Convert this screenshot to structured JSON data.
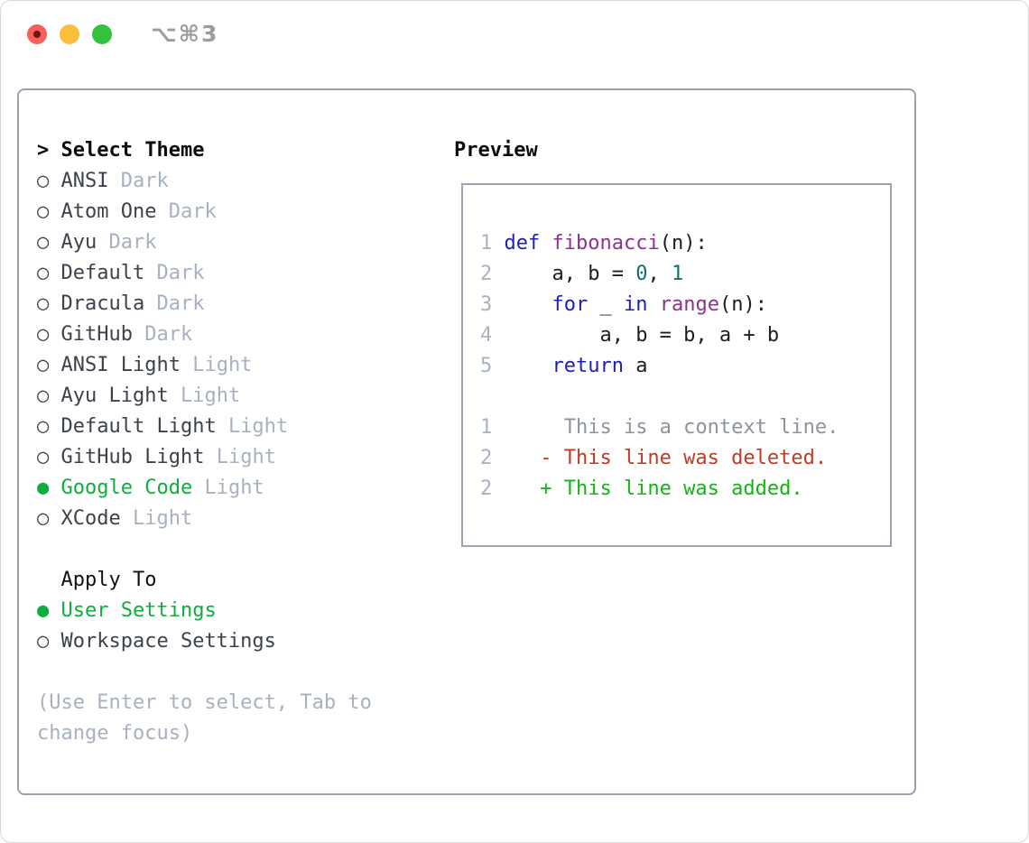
{
  "window": {
    "shortcut": "⌥⌘3",
    "traffic_lights": [
      "close",
      "minimize",
      "zoom"
    ]
  },
  "colors": {
    "accent_green": "#0fae3c",
    "keyword_blue": "#1d1fb8",
    "function_purple": "#8f3190",
    "literal_teal": "#0e6f6f",
    "diff_red": "#c23a22",
    "diff_green": "#14b414",
    "muted_gray": "#a7b1bf",
    "context_gray": "#8d939d",
    "linenum_gray": "#a8b2c0",
    "tl_red": "#f4605a",
    "tl_red_dot": "#741414",
    "tl_yellow": "#fbbd3c",
    "tl_green": "#31c23e"
  },
  "theme_panel": {
    "title_prefix": ">",
    "title": "Select Theme",
    "bullet_selected": "●",
    "bullet_unselected": "○",
    "items": [
      {
        "name": "ANSI",
        "tag": "Dark",
        "selected": false
      },
      {
        "name": "Atom One",
        "tag": "Dark",
        "selected": false
      },
      {
        "name": "Ayu",
        "tag": "Dark",
        "selected": false
      },
      {
        "name": "Default",
        "tag": "Dark",
        "selected": false
      },
      {
        "name": "Dracula",
        "tag": "Dark",
        "selected": false
      },
      {
        "name": "GitHub",
        "tag": "Dark",
        "selected": false
      },
      {
        "name": "ANSI Light",
        "tag": "Light",
        "selected": false
      },
      {
        "name": "Ayu Light",
        "tag": "Light",
        "selected": false
      },
      {
        "name": "Default Light",
        "tag": "Light",
        "selected": false
      },
      {
        "name": "GitHub Light",
        "tag": "Light",
        "selected": false
      },
      {
        "name": "Google Code",
        "tag": "Light",
        "selected": true
      },
      {
        "name": "XCode",
        "tag": "Light",
        "selected": false
      }
    ],
    "apply_to": {
      "title": "Apply To",
      "options": [
        {
          "name": "User Settings",
          "selected": true
        },
        {
          "name": "Workspace Settings",
          "selected": false
        }
      ]
    },
    "help": "(Use Enter to select, Tab to change focus)"
  },
  "preview": {
    "title": "Preview",
    "lines": [
      {
        "name": "code-line-1",
        "num": "1",
        "tokens": [
          [
            " ",
            "pl"
          ],
          [
            "def",
            "kw"
          ],
          [
            " ",
            "pl"
          ],
          [
            "fibonacci",
            "fn"
          ],
          [
            "(n):",
            "pl"
          ]
        ]
      },
      {
        "name": "code-line-2",
        "num": "2",
        "tokens": [
          [
            "     a, b = ",
            "pl"
          ],
          [
            "0",
            "lit"
          ],
          [
            ", ",
            "pl"
          ],
          [
            "1",
            "lit"
          ]
        ]
      },
      {
        "name": "code-line-3",
        "num": "3",
        "tokens": [
          [
            "     ",
            "pl"
          ],
          [
            "for",
            "kw"
          ],
          [
            " _ ",
            "pl"
          ],
          [
            "in",
            "kw"
          ],
          [
            " ",
            "pl"
          ],
          [
            "range",
            "fn"
          ],
          [
            "(n):",
            "pl"
          ]
        ]
      },
      {
        "name": "code-line-4",
        "num": "4",
        "tokens": [
          [
            "         a, b = b, a + b",
            "pl"
          ]
        ]
      },
      {
        "name": "code-line-5",
        "num": "5",
        "tokens": [
          [
            "     ",
            "pl"
          ],
          [
            "return",
            "kw"
          ],
          [
            " a",
            "pl"
          ]
        ]
      },
      {
        "name": "blank-line",
        "blank": true
      },
      {
        "name": "diff-context-line",
        "num": "1",
        "tokens": [
          [
            "      This is a context line.",
            "ctx"
          ]
        ]
      },
      {
        "name": "diff-deleted-line",
        "num": "2",
        "tokens": [
          [
            "    - This line was deleted.",
            "del"
          ]
        ]
      },
      {
        "name": "diff-added-line",
        "num": "2",
        "tokens": [
          [
            "    + This line was added.",
            "add"
          ]
        ]
      }
    ]
  }
}
